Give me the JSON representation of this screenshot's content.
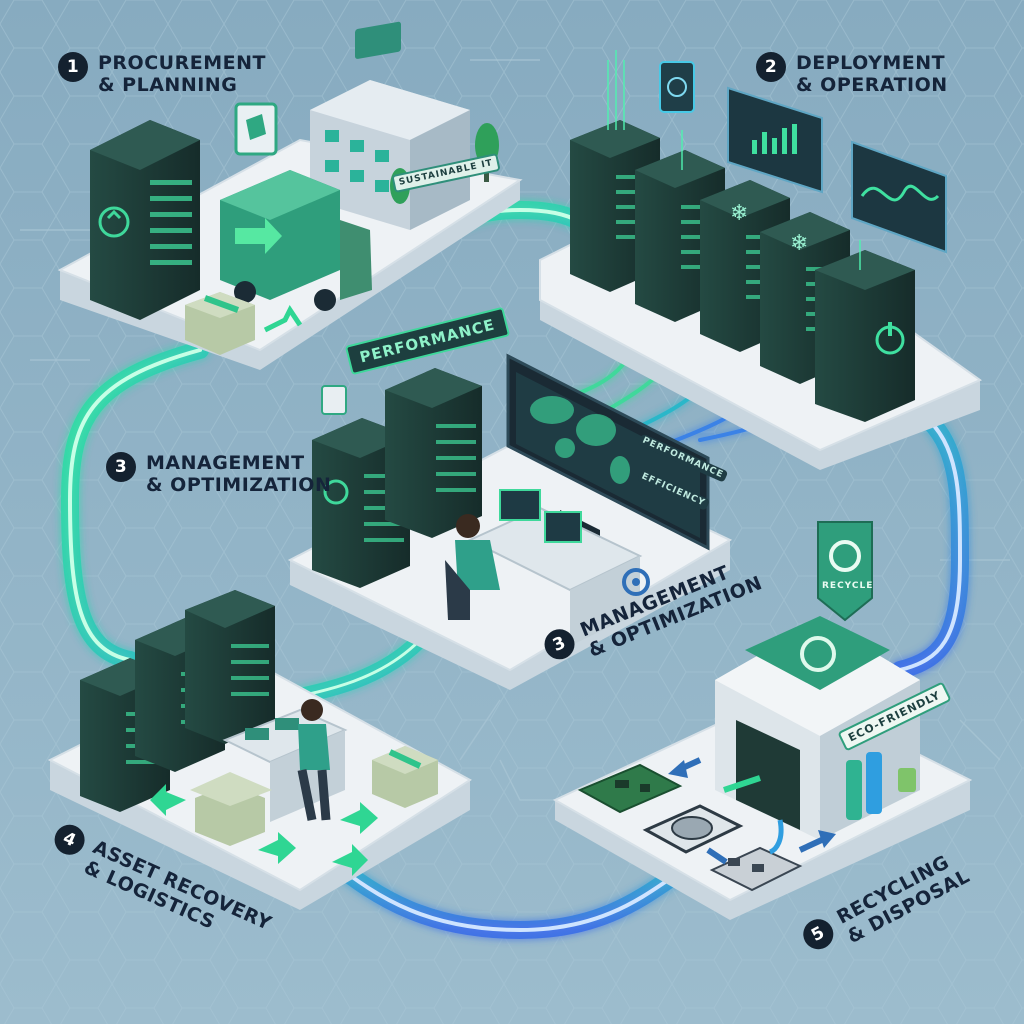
{
  "stages": [
    {
      "num": "1",
      "line1": "PROCUREMENT",
      "line2": "& PLANNING"
    },
    {
      "num": "2",
      "line1": "DEPLOYMENT",
      "line2": "& OPERATION"
    },
    {
      "num": "3",
      "line1": "MANAGEMENT",
      "line2": "& OPTIMIZATION"
    },
    {
      "num": "3",
      "line1": "MANAGEMENT",
      "line2": "& OPTIMIZATION"
    },
    {
      "num": "4",
      "line1": "ASSET RECOVERY",
      "line2": "& LOGISTICS"
    },
    {
      "num": "5",
      "line1": "RECYCLING",
      "line2": "& DISPOSAL"
    }
  ],
  "signs": {
    "sustainable_it": "SUSTAINABLE IT",
    "performance": "PERFORMANCE",
    "monitor_performance": "PERFORMANCE",
    "monitor_efficiency": "EFFICIENCY",
    "recycle": "RECYCLE",
    "eco_friendly": "ECO-FRIENDLY"
  },
  "icons": [
    "recycle-icon",
    "power-icon",
    "snowflake-icon",
    "gear-icon",
    "arrow-icon",
    "box-icon",
    "truck-icon",
    "tree-icon",
    "world-map-icon",
    "hard-drive-icon"
  ],
  "colors": {
    "background": "#8fb3c6",
    "platform_top": "#eef2f5",
    "server_dark": "#1f3a36",
    "accent_green": "#3fd89b",
    "flow_blue": "#3b82e6",
    "label_dark": "#15243a"
  }
}
